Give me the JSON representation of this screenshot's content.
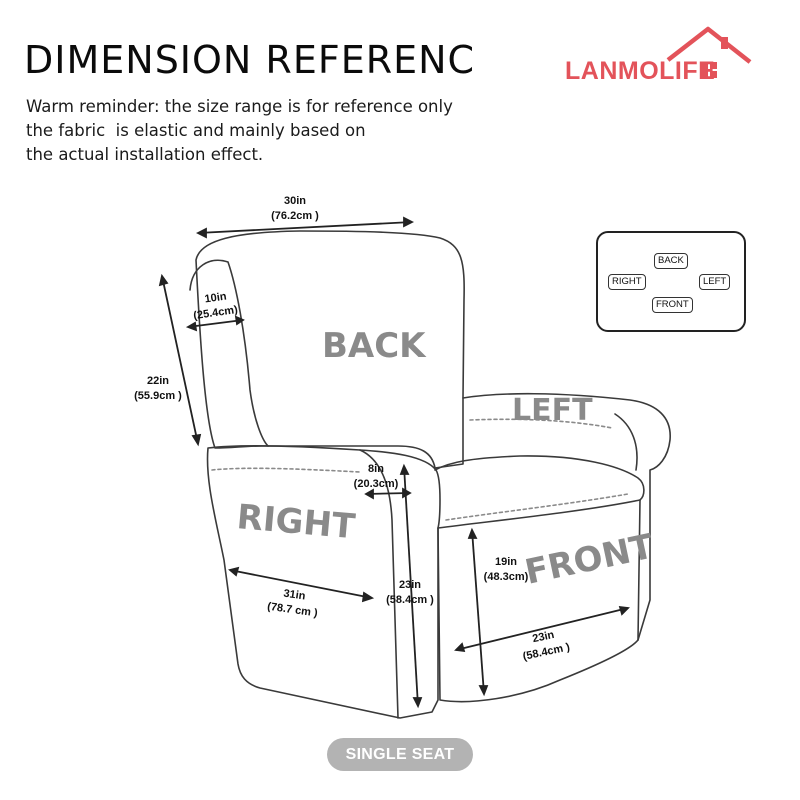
{
  "header": {
    "title": "DIMENSION REFERENC",
    "reminder_lines": [
      "Warm reminder: the size range is for reference only",
      "the fabric  is elastic and mainly based on",
      "the actual installation effect."
    ]
  },
  "brand": {
    "name": "LANMOLIFE",
    "color": "#e3535a"
  },
  "diagram": {
    "sections": {
      "back": "BACK",
      "left": "LEFT",
      "right": "RIGHT",
      "front": "FRONT"
    },
    "measurements": {
      "width_top": {
        "imperial": "30in",
        "metric": "(76.2cm )"
      },
      "back_height": {
        "imperial": "22in",
        "metric": "(55.9cm )"
      },
      "arm_top": {
        "imperial": "10in",
        "metric": "(25.4cm)"
      },
      "arm_width": {
        "imperial": "8in",
        "metric": "(20.3cm)"
      },
      "arm_height": {
        "imperial": "23in",
        "metric": "(58.4cm )"
      },
      "arm_length": {
        "imperial": "31in",
        "metric": "(78.7 cm )"
      },
      "seat_height": {
        "imperial": "19in",
        "metric": "(48.3cm)"
      },
      "seat_width": {
        "imperial": "23in",
        "metric": "(58.4cm )"
      }
    }
  },
  "legend": {
    "back": "BACK",
    "right": "RIGHT",
    "left": "LEFT",
    "front": "FRONT"
  },
  "badge": {
    "label": "SINGLE SEAT"
  }
}
